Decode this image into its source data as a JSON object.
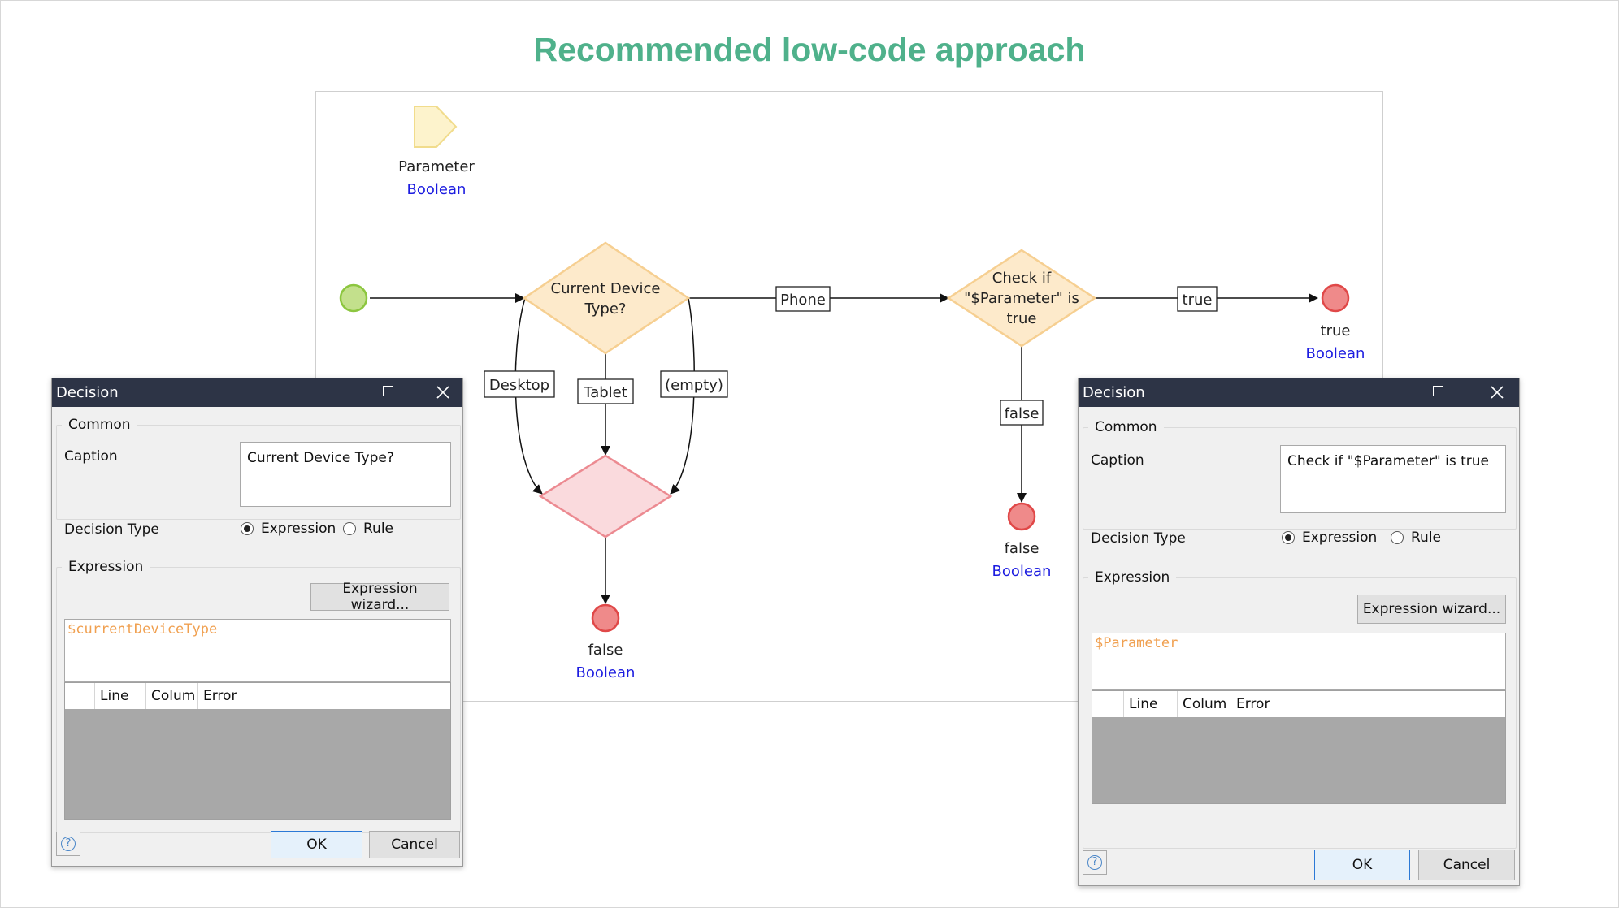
{
  "page": {
    "title": "Recommended low-code approach"
  },
  "diagram": {
    "parameter": {
      "label": "Parameter",
      "type": "Boolean"
    },
    "decision1": {
      "caption_line1": "Current Device",
      "caption_line2": "Type?"
    },
    "decision2": {
      "caption_line1": "Check if",
      "caption_line2": "\"$Parameter\" is",
      "caption_line3": "true"
    },
    "edges": {
      "phone": "Phone",
      "desktop": "Desktop",
      "tablet": "Tablet",
      "empty": "(empty)",
      "true": "true",
      "false": "false"
    },
    "end_true": {
      "label": "true",
      "type": "Boolean"
    },
    "end_false_right": {
      "label": "false",
      "type": "Boolean"
    },
    "end_false_bottom": {
      "label": "false",
      "type": "Boolean"
    },
    "colors": {
      "start_fill": "#c3e08c",
      "start_stroke": "#8cc63f",
      "end_fill": "#ef8a8a",
      "end_stroke": "#e04848",
      "decision_fill": "#fdeacb",
      "decision_stroke": "#f6cf91",
      "merge_fill": "#fadadd",
      "merge_stroke": "#ec8a91",
      "param_fill": "#fdf3cc",
      "param_stroke": "#f1dc8c"
    }
  },
  "dialog_left": {
    "title": "Decision",
    "common_label": "Common",
    "caption_label": "Caption",
    "caption_value": "Current Device Type?",
    "decision_type_label": "Decision Type",
    "option_expression": "Expression",
    "option_rule": "Rule",
    "selected": "Expression",
    "expression_label": "Expression",
    "wizard_button": "Expression wizard...",
    "expression_value": "$currentDeviceType",
    "columns": [
      "Line",
      "Colum",
      "Error"
    ],
    "ok": "OK",
    "cancel": "Cancel",
    "help_icon": "?"
  },
  "dialog_right": {
    "title": "Decision",
    "common_label": "Common",
    "caption_label": "Caption",
    "caption_value": "Check if \"$Parameter\" is true",
    "decision_type_label": "Decision Type",
    "option_expression": "Expression",
    "option_rule": "Rule",
    "selected": "Expression",
    "expression_label": "Expression",
    "wizard_button": "Expression wizard...",
    "expression_value": "$Parameter",
    "columns": [
      "Line",
      "Colum",
      "Error"
    ],
    "ok": "OK",
    "cancel": "Cancel",
    "help_icon": "?"
  }
}
